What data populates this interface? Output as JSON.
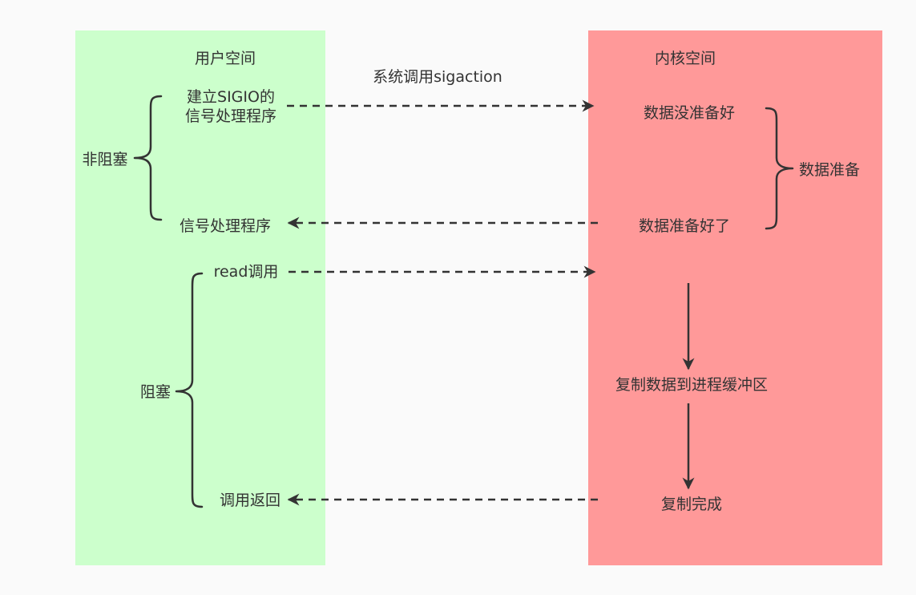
{
  "colors": {
    "background": "#fafafa",
    "user_space": "#ccffcc",
    "kernel_space": "#ff9999",
    "ink": "#333333"
  },
  "user_space": {
    "title": "用户空间",
    "setup_signal_handler_line1": "建立SIGIO的",
    "setup_signal_handler_line2": "信号处理程序",
    "signal_handler": "信号处理程序",
    "read_call": "read调用",
    "call_return": "调用返回"
  },
  "kernel_space": {
    "title": "内核空间",
    "data_not_ready": "数据没准备好",
    "data_ready": "数据准备好了",
    "copy_data": "复制数据到进程缓冲区",
    "copy_done": "复制完成"
  },
  "syscall_label": "系统调用sigaction",
  "brace_labels": {
    "non_blocking": "非阻塞",
    "blocking": "阻塞",
    "data_preparation": "数据准备"
  }
}
